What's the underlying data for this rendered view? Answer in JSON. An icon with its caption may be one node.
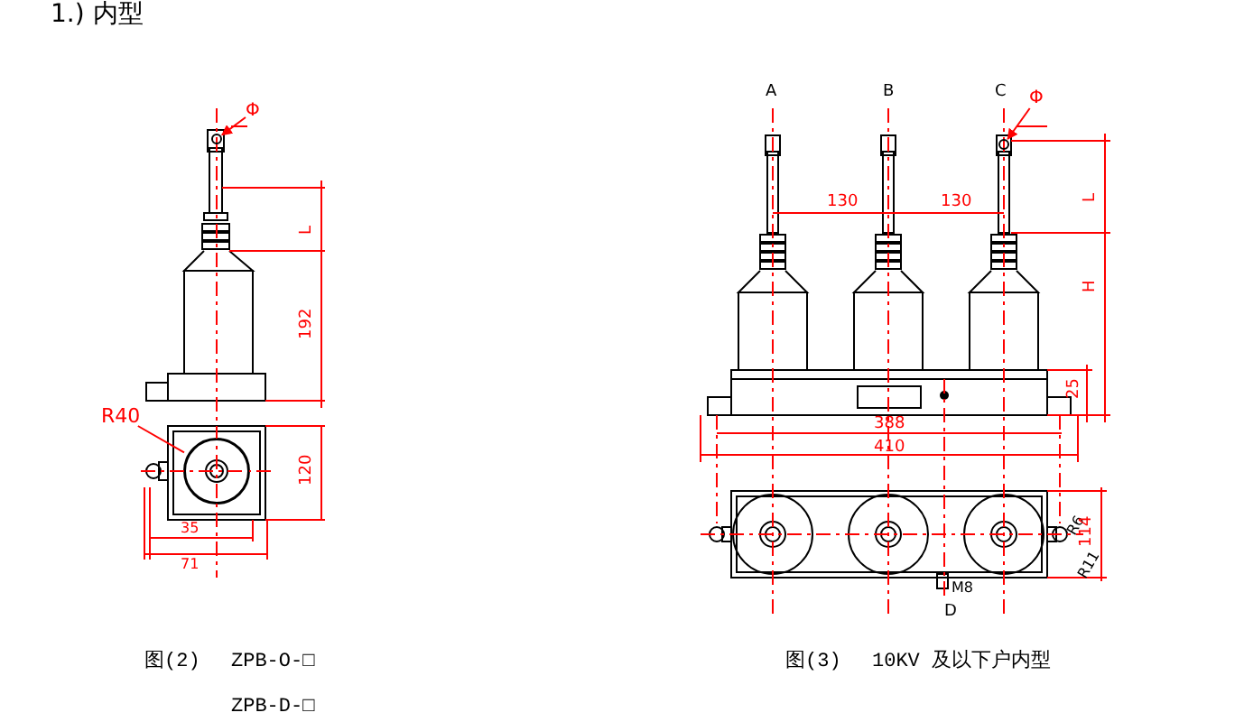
{
  "diagram": {
    "nodes": [
      {
        "text": [
          "Φ"
        ]
      },
      {
        "text": [],
        "shape": "circle"
      },
      {
        "text": [
          "R40"
        ]
      },
      {
        "text": [],
        "shape": "circle"
      },
      {
        "text": [
          "Φ"
        ]
      },
      {
        "text": [],
        "shape": "circle"
      }
    ],
    "edges": [
      {
        "from": 0,
        "to": 1,
        "arrow": "to",
        "color": "#ff0000"
      },
      {
        "from": 2,
        "to": 3,
        "arrow": "none",
        "color": "#ff0000"
      },
      {
        "from": 4,
        "to": 5,
        "arrow": "to",
        "color": "#ff0000"
      }
    ],
    "labels": [
      "1.) 内型",
      "A",
      "B",
      "C",
      "L",
      "192",
      "120",
      "35",
      "71",
      "130",
      "130",
      "L",
      "H",
      "25",
      "388",
      "410",
      "R6",
      "114",
      "R11",
      "M8",
      "D",
      "图(2)",
      "ZPB-O-□",
      "图(3)",
      "10KV 及以下户内型",
      "ZPB-D-□"
    ]
  }
}
